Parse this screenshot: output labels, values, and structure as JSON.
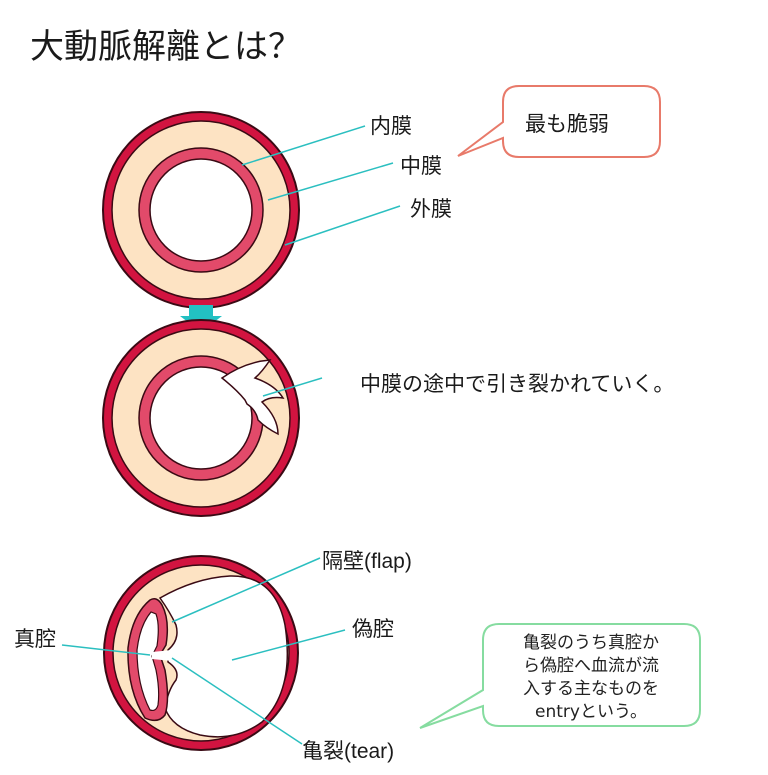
{
  "title": "大動脈解離とは？",
  "labels": {
    "intima": "内膜",
    "media": "中膜",
    "adventitia": "外膜",
    "weakest": "最も脆弱",
    "tearing_description": "中膜の途中で引き裂かれていく。",
    "septum": "隔壁(flap)",
    "false_lumen": "偽腔",
    "true_lumen": "真腔",
    "tear": "亀裂(tear)"
  },
  "entry_note": {
    "line1": "亀裂のうち真腔か",
    "line2": "ら偽腔へ血流が流",
    "line3": "入する主なものを",
    "line4": "entryという。"
  },
  "colors": {
    "wall_red": "#d21440",
    "inner_pink": "#e24a6a",
    "media_beige": "#fde3c3",
    "leader_cyan": "#2bbfc0",
    "callout_red": "#e87a6a",
    "callout_green": "#86dca0",
    "arrow_teal": "#22c1c3"
  }
}
